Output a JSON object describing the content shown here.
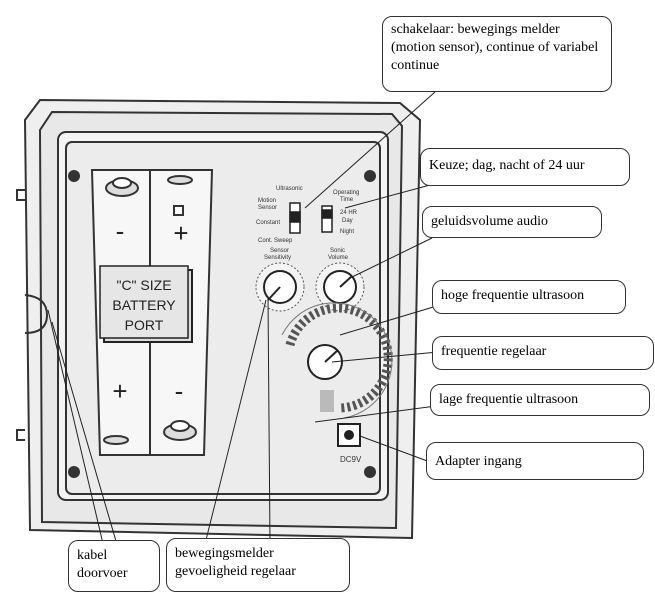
{
  "callouts": {
    "switch": "schakelaar: bewegings melder (motion sensor), continue of variabel continue",
    "time": "Keuze; dag, nacht of 24 uur",
    "volume": "geluidsvolume audio",
    "high_freq": "hoge frequentie ultrasoon",
    "freq_knob": "frequentie regelaar",
    "low_freq": "lage frequentie ultrasoon",
    "adapter": "Adapter ingang",
    "cable": "kabel doorvoer",
    "sensitivity": "bewegingsmelder gevoeligheid regelaar"
  },
  "panel": {
    "battery_line1": "\"C\" SIZE",
    "battery_line2": "BATTERY",
    "battery_line3": "PORT",
    "minus": "-",
    "plus": "+",
    "ultrasonic": "Ultrasonic",
    "motion_sensor_1": "Motion",
    "motion_sensor_2": "Sensor",
    "constant": "Constant",
    "cont_sweep": "Cont. Sweep",
    "operating_1": "Operating",
    "operating_2": "Time",
    "hr24": "24 HR",
    "day": "Day",
    "night": "Night",
    "sensor_1": "Sensor",
    "sensor_2": "Sensitivity",
    "sonic_1": "Sonic",
    "sonic_2": "Volume",
    "dc": "DC9V"
  },
  "colors": {
    "line": "#222222",
    "panel_fill": "#e9e9e9",
    "inner_fill": "#f2f2f2"
  }
}
